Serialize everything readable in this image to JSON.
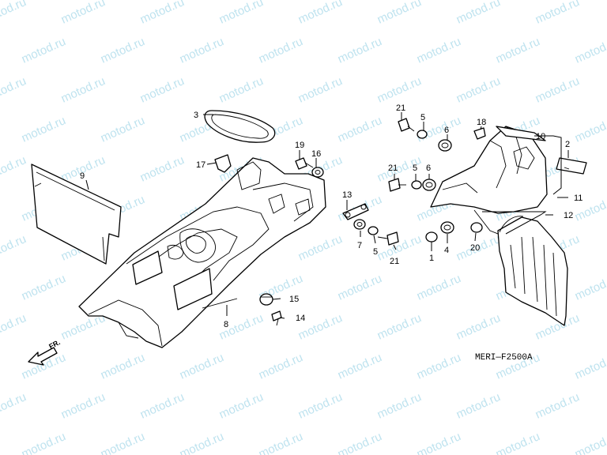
{
  "watermark": "motod.ru",
  "diagram_code": "MERI—F2500A",
  "direction_label": "FR.",
  "callouts": {
    "c1": "1",
    "c2": "2",
    "c3": "3",
    "c4": "4",
    "c5a": "5",
    "c5b": "5",
    "c5c": "5",
    "c6a": "6",
    "c6b": "6",
    "c7": "7",
    "c8": "8",
    "c9": "9",
    "c10": "10",
    "c11": "11",
    "c12": "12",
    "c13": "13",
    "c14": "14",
    "c15": "15",
    "c16": "16",
    "c17": "17",
    "c18": "18",
    "c19": "19",
    "c20": "20",
    "c21a": "21",
    "c21b": "21",
    "c21c": "21"
  },
  "colors": {
    "watermark": "#bfe3ef",
    "line": "#000000",
    "background": "#ffffff"
  }
}
